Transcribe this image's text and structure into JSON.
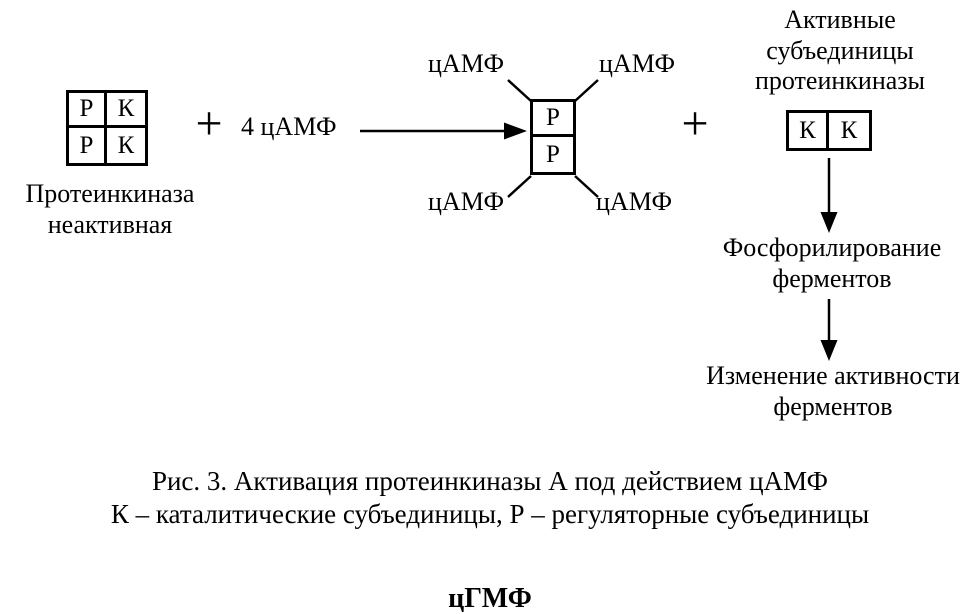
{
  "inactive_kinase": {
    "grid": [
      [
        "Р",
        "К"
      ],
      [
        "Р",
        "К"
      ]
    ],
    "label": "Протеинкиназа неактивная"
  },
  "operators": {
    "plus1": "+",
    "plus2": "+"
  },
  "camp_reactant": "4 цАМФ",
  "regulatory_complex": {
    "cells": [
      "Р",
      "Р"
    ],
    "camp_labels": {
      "top_left": "цАМФ",
      "top_right": "цАМФ",
      "bottom_left": "цАМФ",
      "bottom_right": "цАМФ"
    }
  },
  "active_subunits": {
    "label": "Активные субъединицы протеинкиназы",
    "cells": [
      "К",
      "К"
    ]
  },
  "outcomes": {
    "phosphorylation": "Фосфорилирование ферментов",
    "activity_change": "Изменение активности ферментов"
  },
  "caption": {
    "line1": "Рис. 3. Активация протеинкиназы А под действием цАМФ",
    "line2": "К – каталитические субъединицы, Р – регуляторные субъединицы"
  },
  "next_heading": "цГМФ",
  "colors": {
    "ink": "#000000",
    "background": "#ffffff"
  }
}
